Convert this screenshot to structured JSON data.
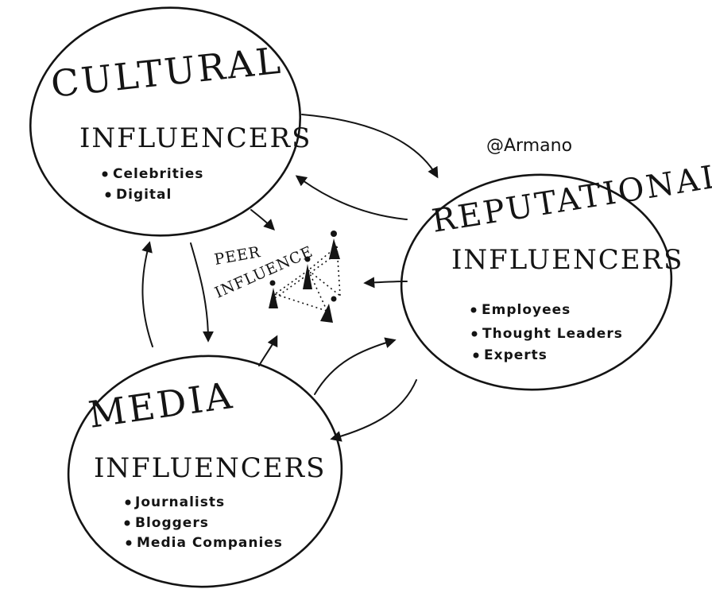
{
  "handle": "@Armano",
  "cultural": {
    "title": "CULTURAL",
    "subtitle": "INFLUENCERS",
    "items": [
      "Celebrities",
      "Digital"
    ]
  },
  "reputational": {
    "title": "REPUTATIONAL",
    "subtitle": "INFLUENCERS",
    "items": [
      "Employees",
      "Thought Leaders",
      "Experts"
    ]
  },
  "media": {
    "title": "MEDIA",
    "subtitle": "INFLUENCERS",
    "items": [
      "Journalists",
      "Bloggers",
      "Media Companies"
    ]
  },
  "peer": {
    "line1": "PEER",
    "line2": "INFLUENCE"
  }
}
